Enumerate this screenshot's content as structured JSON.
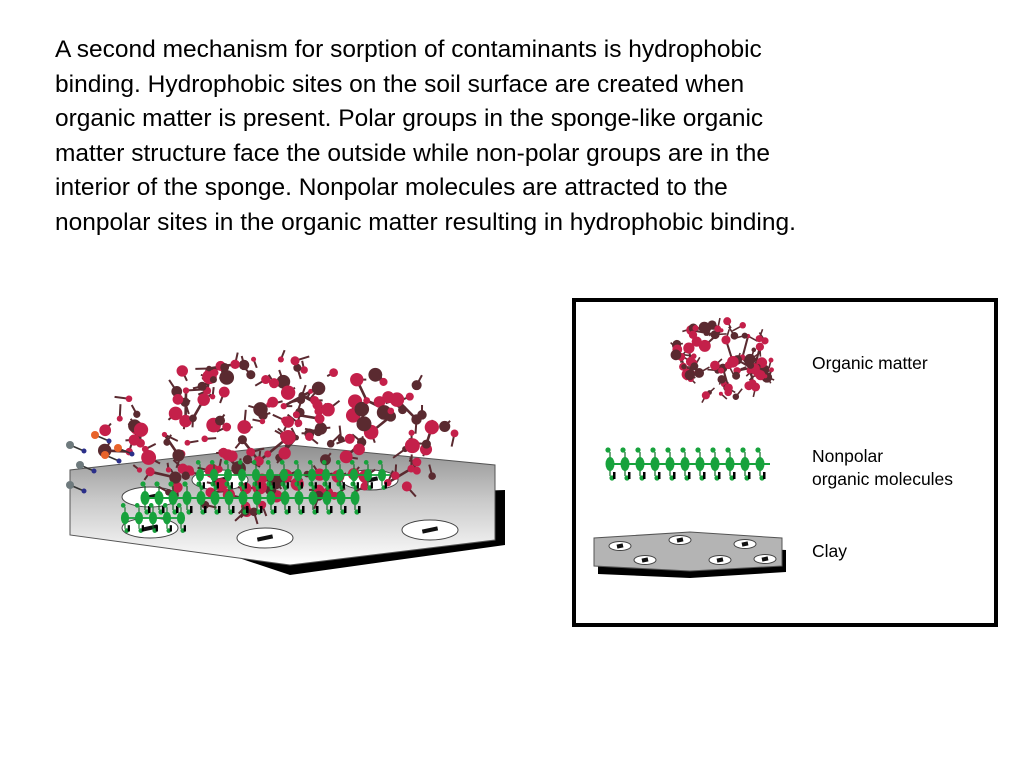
{
  "paragraph": {
    "lines": [
      "A second mechanism for sorption of contaminants is hydrophobic",
      "binding.  Hydrophobic sites on the soil surface are created when",
      "organic matter is present.  Polar groups in the sponge-like organic",
      "matter structure face the outside while non-polar groups are in the",
      "interior of the sponge.  Nonpolar molecules are attracted to the",
      "nonpolar sites in the organic matter resulting in hydrophobic binding."
    ]
  },
  "legend": {
    "organic_matter": "Organic matter",
    "nonpolar_line1": "Nonpolar",
    "nonpolar_line2": "organic molecules",
    "clay": "Clay"
  },
  "colors": {
    "organic_red": "#c4204a",
    "organic_bond": "#5a2a30",
    "nonpolar_green": "#17a23c",
    "contaminant_orange": "#e8632a",
    "contaminant_gray": "#6e7a7d",
    "contaminant_blue": "#2b2f8a",
    "clay_light": "#f2f2f2",
    "clay_dark": "#8f8f8f"
  }
}
